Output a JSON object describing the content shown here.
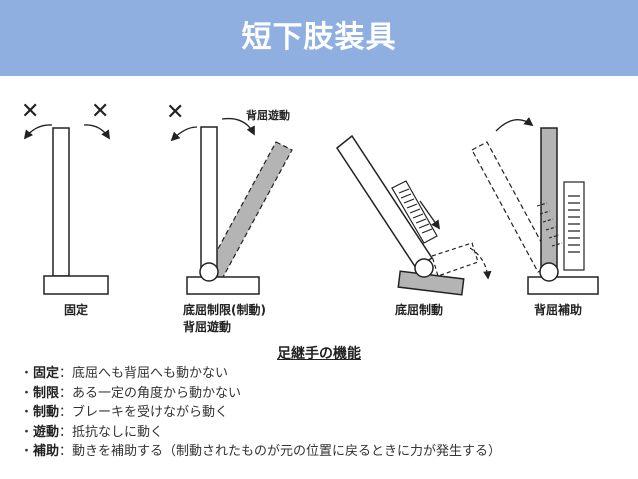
{
  "header": {
    "title": "短下肢装具"
  },
  "diagram": {
    "panels": [
      {
        "caption": "固定"
      },
      {
        "caption_line1": "底屈制限(制動)",
        "caption_line2": "背屈遊動",
        "annotation": "背屈遊動"
      },
      {
        "caption": "底屈制動"
      },
      {
        "caption": "背屈補助"
      }
    ],
    "colors": {
      "outline": "#222222",
      "shaded": "#b4b4b4",
      "header_bg": "#8fafe0"
    }
  },
  "functions": {
    "title": "足継手の機能",
    "bullet": "・",
    "separator": "：",
    "items": [
      {
        "term": "固定",
        "description": "底屈へも背屈へも動かない"
      },
      {
        "term": "制限",
        "description": "ある一定の角度から動かない"
      },
      {
        "term": "制動",
        "description": "ブレーキを受けながら動く"
      },
      {
        "term": "遊動",
        "description": "抵抗なしに動く"
      },
      {
        "term": "補助",
        "description": "動きを補助する（制動されたものが元の位置に戻るときに力が発生する）"
      }
    ]
  }
}
